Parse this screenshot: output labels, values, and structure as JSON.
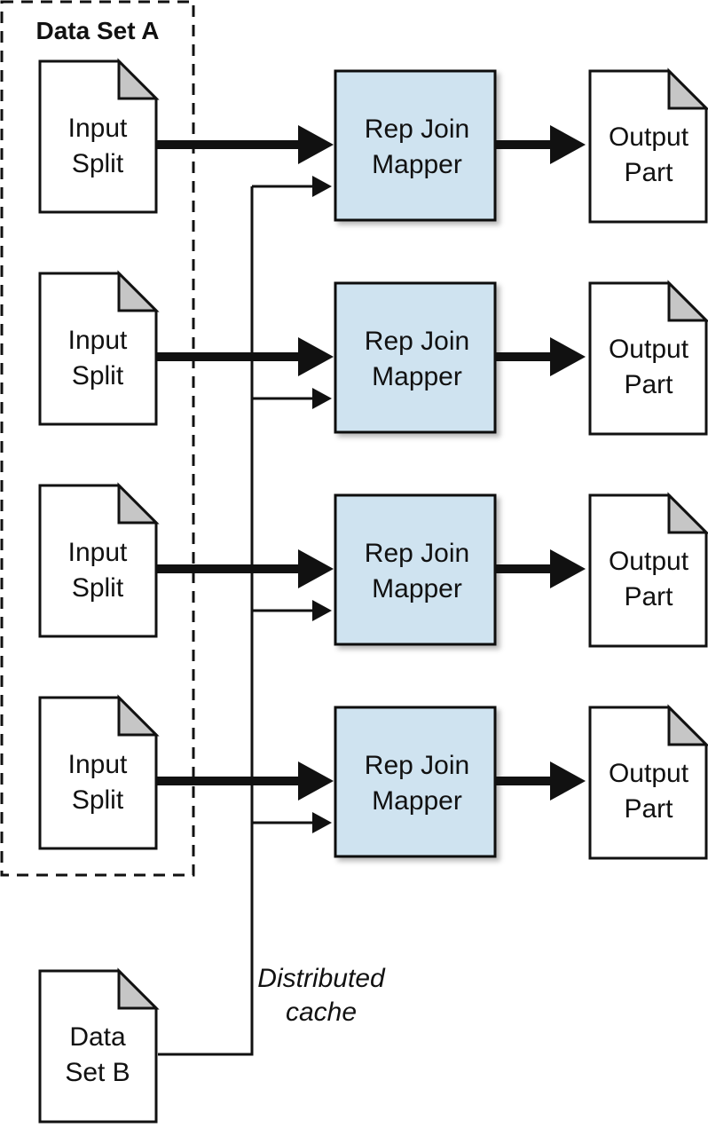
{
  "title": "Data Set A",
  "input_split": {
    "line1": "Input",
    "line2": "Split"
  },
  "mapper": {
    "line1": "Rep Join",
    "line2": "Mapper"
  },
  "output": {
    "line1": "Output",
    "line2": "Part"
  },
  "dataset_b": {
    "line1": "Data",
    "line2": "Set B"
  },
  "cache_label": {
    "line1": "Distributed",
    "line2": "cache"
  },
  "rows": 4,
  "colors": {
    "mapper_fill": "#cfe3f0",
    "doc_fold": "#c6c6c6",
    "stroke": "#111111",
    "shadow": "#bdbdbd"
  }
}
